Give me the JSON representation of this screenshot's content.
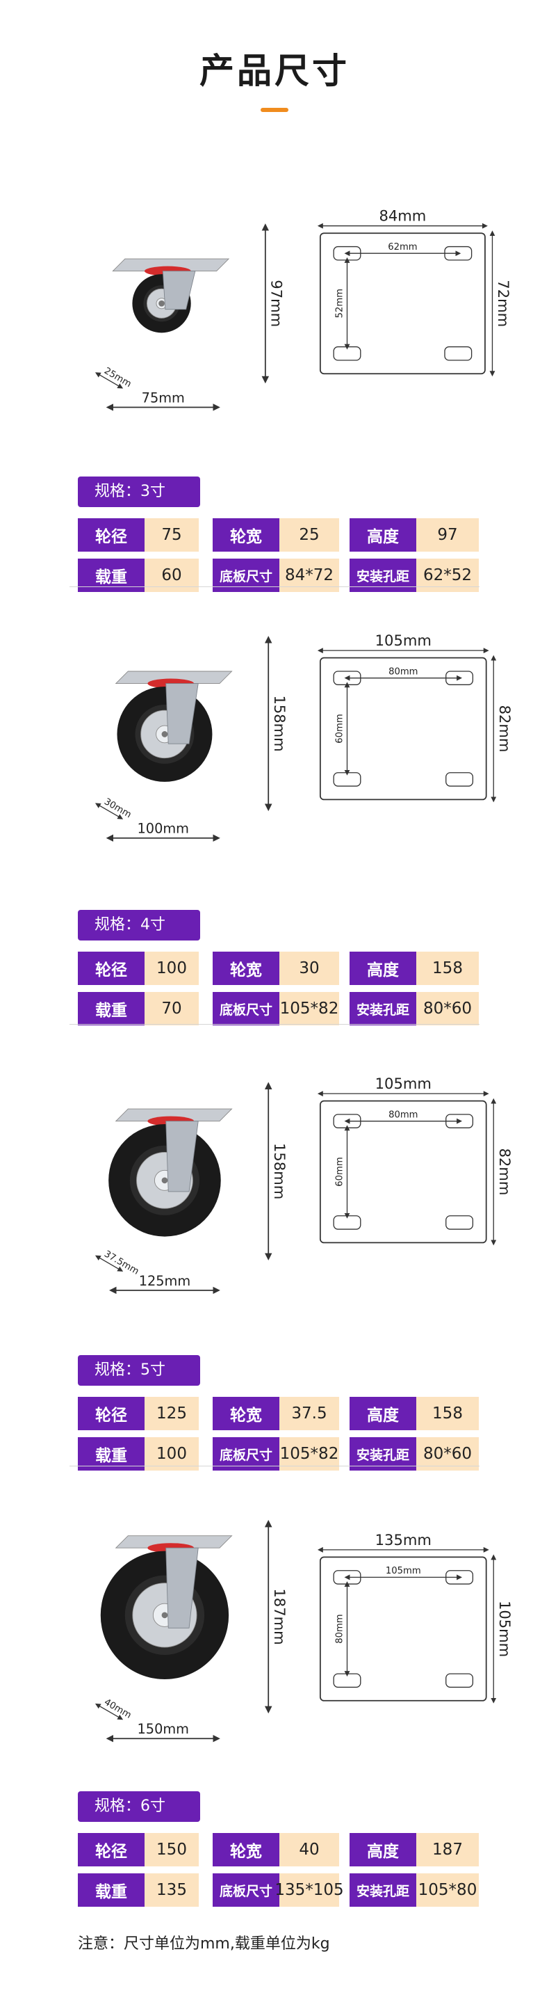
{
  "page": {
    "title": "产品尺寸",
    "note": "注意：尺寸单位为mm,载重单位为kg"
  },
  "sections": [
    {
      "spec": "规格：3寸",
      "dims": {
        "height": "97mm",
        "width": "75mm",
        "tread": "25mm",
        "plate_w": "84mm",
        "plate_h": "72mm",
        "hole_w": "62mm",
        "hole_h": "52mm"
      },
      "rows": [
        [
          {
            "k": "轮径",
            "v": "75"
          },
          {
            "k": "轮宽",
            "v": "25"
          },
          {
            "k": "高度",
            "v": "97"
          }
        ],
        [
          {
            "k": "载重",
            "v": "60"
          },
          {
            "k": "底板尺寸",
            "v": "84*72"
          },
          {
            "k": "安装孔距",
            "v": "62*52"
          }
        ]
      ]
    },
    {
      "spec": "规格：4寸",
      "dims": {
        "height": "158mm",
        "width": "100mm",
        "tread": "30mm",
        "plate_w": "105mm",
        "plate_h": "82mm",
        "hole_w": "80mm",
        "hole_h": "60mm"
      },
      "rows": [
        [
          {
            "k": "轮径",
            "v": "100"
          },
          {
            "k": "轮宽",
            "v": "30"
          },
          {
            "k": "高度",
            "v": "158"
          }
        ],
        [
          {
            "k": "载重",
            "v": "70"
          },
          {
            "k": "底板尺寸",
            "v": "105*82"
          },
          {
            "k": "安装孔距",
            "v": "80*60"
          }
        ]
      ]
    },
    {
      "spec": "规格：5寸",
      "dims": {
        "height": "158mm",
        "width": "125mm",
        "tread": "37.5mm",
        "plate_w": "105mm",
        "plate_h": "82mm",
        "hole_w": "80mm",
        "hole_h": "60mm"
      },
      "rows": [
        [
          {
            "k": "轮径",
            "v": "125"
          },
          {
            "k": "轮宽",
            "v": "37.5"
          },
          {
            "k": "高度",
            "v": "158"
          }
        ],
        [
          {
            "k": "载重",
            "v": "100"
          },
          {
            "k": "底板尺寸",
            "v": "105*82"
          },
          {
            "k": "安装孔距",
            "v": "80*60"
          }
        ]
      ]
    },
    {
      "spec": "规格：6寸",
      "dims": {
        "height": "187mm",
        "width": "150mm",
        "tread": "40mm",
        "plate_w": "135mm",
        "plate_h": "105mm",
        "hole_w": "105mm",
        "hole_h": "80mm"
      },
      "rows": [
        [
          {
            "k": "轮径",
            "v": "150"
          },
          {
            "k": "轮宽",
            "v": "40"
          },
          {
            "k": "高度",
            "v": "187"
          }
        ],
        [
          {
            "k": "载重",
            "v": "135"
          },
          {
            "k": "底板尺寸",
            "v": "135*105"
          },
          {
            "k": "安装孔距",
            "v": "105*80"
          }
        ]
      ]
    }
  ]
}
